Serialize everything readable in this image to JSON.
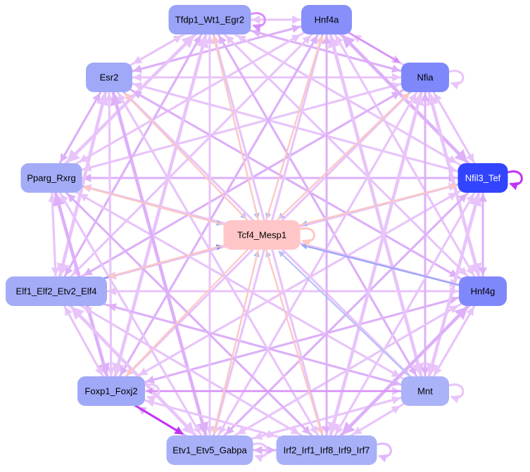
{
  "graph": {
    "nodes": [
      {
        "id": "tfdp1",
        "label": "Tfdp1_Wt1_Egr2",
        "fill": "#9aa3f8",
        "text": "#000000"
      },
      {
        "id": "hnf4a",
        "label": "Hnf4a",
        "fill": "#8790fa",
        "text": "#000000"
      },
      {
        "id": "esr2",
        "label": "Esr2",
        "fill": "#a0a8f8",
        "text": "#000000"
      },
      {
        "id": "nfia",
        "label": "Nfia",
        "fill": "#7f88fb",
        "text": "#000000"
      },
      {
        "id": "pparg",
        "label": "Pparg_Rxrg",
        "fill": "#a4acf8",
        "text": "#000000"
      },
      {
        "id": "nfil3",
        "label": "Nfil3_Tef",
        "fill": "#3344ff",
        "text": "#ffffff"
      },
      {
        "id": "tcf4",
        "label": "Tcf4_Mesp1",
        "fill": "#ffc6c8",
        "text": "#000000"
      },
      {
        "id": "elf1",
        "label": "Elf1_Elf2_Etv2_Elf4",
        "fill": "#a4acf8",
        "text": "#000000"
      },
      {
        "id": "hnf4g",
        "label": "Hnf4g",
        "fill": "#7f88fb",
        "text": "#000000"
      },
      {
        "id": "foxp1",
        "label": "Foxp1_Foxj2",
        "fill": "#a0a8f8",
        "text": "#000000"
      },
      {
        "id": "mnt",
        "label": "Mnt",
        "fill": "#aab2f8",
        "text": "#000000"
      },
      {
        "id": "etv1",
        "label": "Etv1_Etv5_Gabpa",
        "fill": "#a8b0f8",
        "text": "#000000"
      },
      {
        "id": "irf2",
        "label": "Irf2_Irf1_Irf8_Irf9_Irf7",
        "fill": "#a8b0f8",
        "text": "#000000"
      }
    ],
    "background_edge_color": "#e8c4fa",
    "background_edge_color_alt": "#ddb0f8",
    "edges": [
      {
        "from": "foxp1",
        "to": "etv1",
        "color": "#c232f2"
      },
      {
        "from": "hnf4a",
        "to": "nfia",
        "color": "#d88cf8"
      },
      {
        "from": "mnt",
        "to": "foxp1",
        "color": "#d890f8"
      },
      {
        "from": "elf1",
        "to": "tcf4",
        "color": "#8090f2"
      },
      {
        "from": "hnf4g",
        "to": "tcf4",
        "color": "#98a6f8"
      },
      {
        "from": "mnt",
        "to": "tcf4",
        "color": "#b8c0f8"
      },
      {
        "from": "nfil3",
        "to": "tcf4",
        "color": "#a8b4f8"
      },
      {
        "from": "esr2",
        "to": "tcf4",
        "color": "#b0b8f8"
      },
      {
        "from": "tfdp1",
        "to": "tcf4",
        "color": "#b0b8f8"
      },
      {
        "from": "hnf4a",
        "to": "tcf4",
        "color": "#b0b8f8"
      },
      {
        "from": "nfia",
        "to": "tcf4",
        "color": "#b0b8f8"
      },
      {
        "from": "pparg",
        "to": "tcf4",
        "color": "#a8b0f8"
      },
      {
        "from": "etv1",
        "to": "tcf4",
        "color": "#b0b8f8"
      },
      {
        "from": "irf2",
        "to": "tcf4",
        "color": "#c0c4f8"
      },
      {
        "from": "tcf4",
        "to": "esr2",
        "color": "#ffc8c0"
      },
      {
        "from": "tcf4",
        "to": "tfdp1",
        "color": "#ffc8c0"
      },
      {
        "from": "tcf4",
        "to": "hnf4a",
        "color": "#ffc8c0"
      },
      {
        "from": "tcf4",
        "to": "nfia",
        "color": "#ffc8c0"
      },
      {
        "from": "tcf4",
        "to": "nfil3",
        "color": "#ffc8c0"
      },
      {
        "from": "tcf4",
        "to": "pparg",
        "color": "#ffc8c0"
      },
      {
        "from": "tcf4",
        "to": "elf1",
        "color": "#ffc8c0"
      },
      {
        "from": "tcf4",
        "to": "foxp1",
        "color": "#ffc8c0"
      },
      {
        "from": "tcf4",
        "to": "etv1",
        "color": "#ffc8c0"
      },
      {
        "from": "tcf4",
        "to": "irf2",
        "color": "#ffc8c0"
      }
    ],
    "self_loops": [
      {
        "node": "nfil3",
        "color": "#c232f2"
      },
      {
        "node": "tfdp1",
        "color": "#d890f8"
      },
      {
        "node": "nfia",
        "color": "#e8c4fa"
      },
      {
        "node": "tcf4",
        "color": "#ffc8c0"
      },
      {
        "node": "mnt",
        "color": "#e8c4fa"
      },
      {
        "node": "etv1",
        "color": "#e8c4fa"
      },
      {
        "node": "irf2",
        "color": "#e0b8fa"
      },
      {
        "node": "foxp1",
        "color": "#e8c4fa"
      }
    ]
  }
}
